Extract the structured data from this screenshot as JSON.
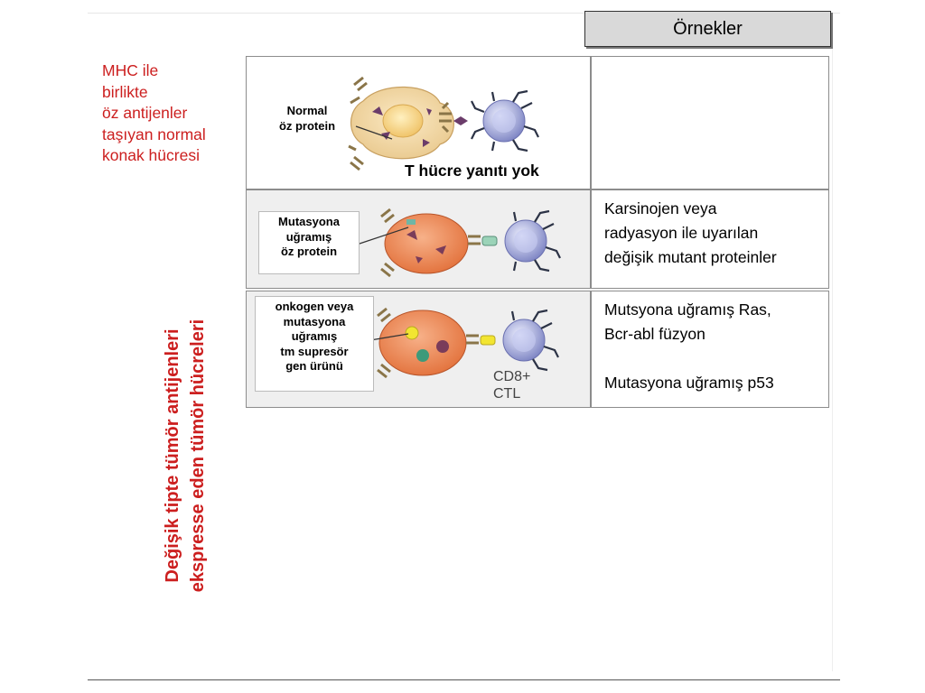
{
  "header": {
    "examples_title": "Örnekler"
  },
  "left": {
    "mhc_label": "MHC ile\nbirlikte\nöz antijenler\ntaşıyan normal\nkonak hücresi",
    "vertical_label": "Değişik tipte tümör antijenleri\nekspresse eden tümör hücreleri"
  },
  "rows": [
    {
      "protein_label": "Normal\nöz protein",
      "result_label": "T hücre yanıtı yok",
      "examples": ""
    },
    {
      "protein_label": "Mutasyona\nuğramış\nöz protein",
      "examples": "Karsinojen veya\nradyasyon ile uyarılan\ndeğişik mutant proteinler"
    },
    {
      "protein_label": "onkogen veya\nmutasyona\nuğramış\ntm supresör\ngen ürünü",
      "cell_label": "CD8+\nCTL",
      "examples": "Mutsyona uğramış Ras,\nBcr-abl füzyon\n\nMutasyona uğramış p53"
    }
  ],
  "colors": {
    "title_red": "#cc1f1f",
    "normal_cell": "#f3d9a4",
    "tumor_cell": "#ec7f48",
    "t_cell": "#a8acd8",
    "receptor": "#8a7548"
  }
}
